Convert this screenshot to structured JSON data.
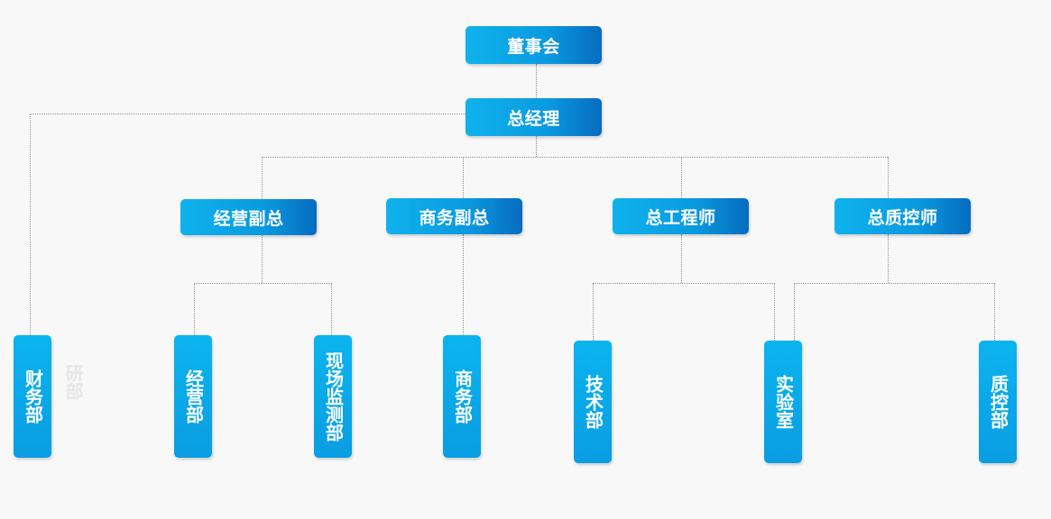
{
  "org_chart": {
    "board": "董事会",
    "general_manager": "总经理",
    "deputies": [
      {
        "label": "经营副总"
      },
      {
        "label": "商务副总"
      },
      {
        "label": "总工程师"
      },
      {
        "label": "总质控师"
      }
    ],
    "departments": [
      {
        "label": "财务部"
      },
      {
        "label": "经营部"
      },
      {
        "label": "现场监测部"
      },
      {
        "label": "商务部"
      },
      {
        "label": "技术部"
      },
      {
        "label": "实验室"
      },
      {
        "label": "质控部"
      }
    ],
    "ghost_text": "研部"
  },
  "colors": {
    "box_light": "#0fb2ec",
    "box_dark": "#066cc0",
    "connector": "#8f8f8f",
    "background": "#f8f8f8"
  }
}
